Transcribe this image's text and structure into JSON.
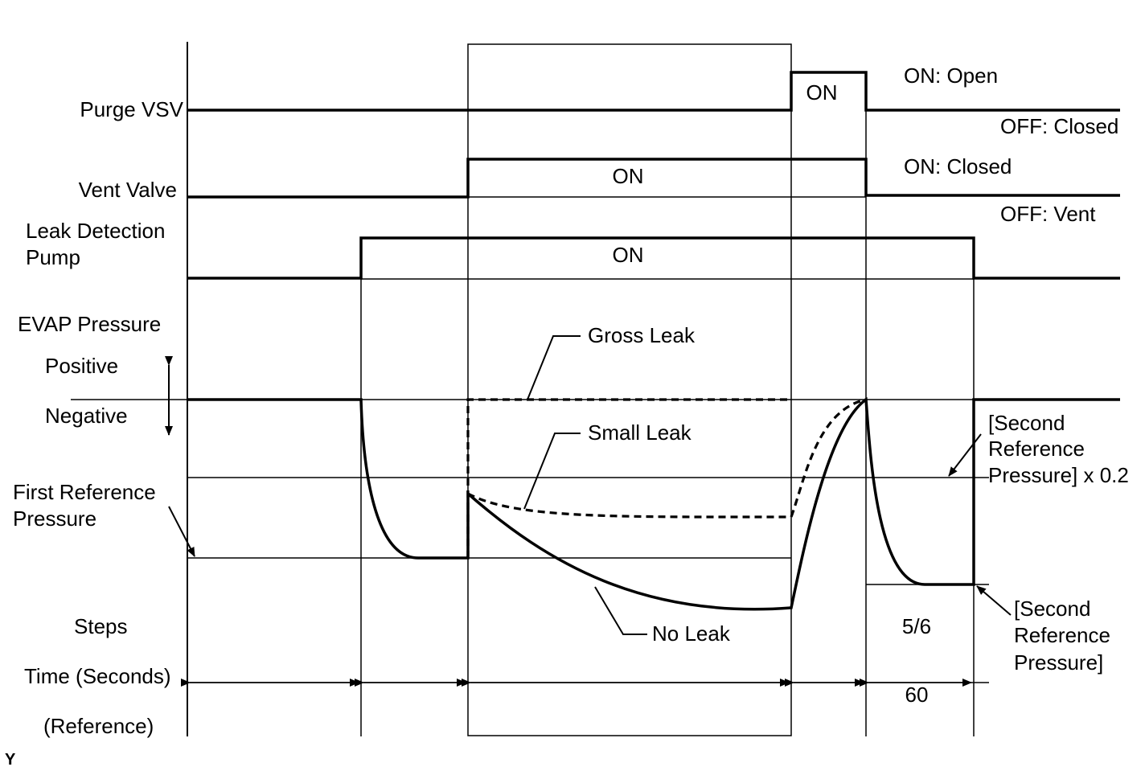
{
  "row_labels": {
    "purge_vsv": "Purge VSV",
    "vent_valve": "Vent Valve",
    "leak_pump_line1": "Leak Detection",
    "leak_pump_line2": "Pump",
    "evap_pressure": "EVAP Pressure",
    "positive": "Positive",
    "negative": "Negative",
    "first_ref_line1": "First Reference",
    "first_ref_line2": "Pressure",
    "steps": "Steps",
    "time": "Time (Seconds)",
    "reference": "(Reference)"
  },
  "signal_labels": {
    "purge_on": "ON",
    "vent_on": "ON",
    "pump_on": "ON"
  },
  "state_labels": {
    "purge_on_state": "ON: Open",
    "purge_off_state": "OFF: Closed",
    "vent_on_state": "ON: Closed",
    "vent_off_state": "OFF: Vent"
  },
  "curve_labels": {
    "gross_leak": "Gross Leak",
    "small_leak": "Small Leak",
    "no_leak": "No Leak"
  },
  "second_ref_x02": {
    "line1": "[Second",
    "line2": "Reference",
    "line3": "Pressure] x 0.2"
  },
  "second_ref": {
    "line1": "[Second",
    "line2": "Reference",
    "line3": "Pressure]"
  },
  "step_value": "5/6",
  "time_value": "60",
  "figure_code": "Y"
}
